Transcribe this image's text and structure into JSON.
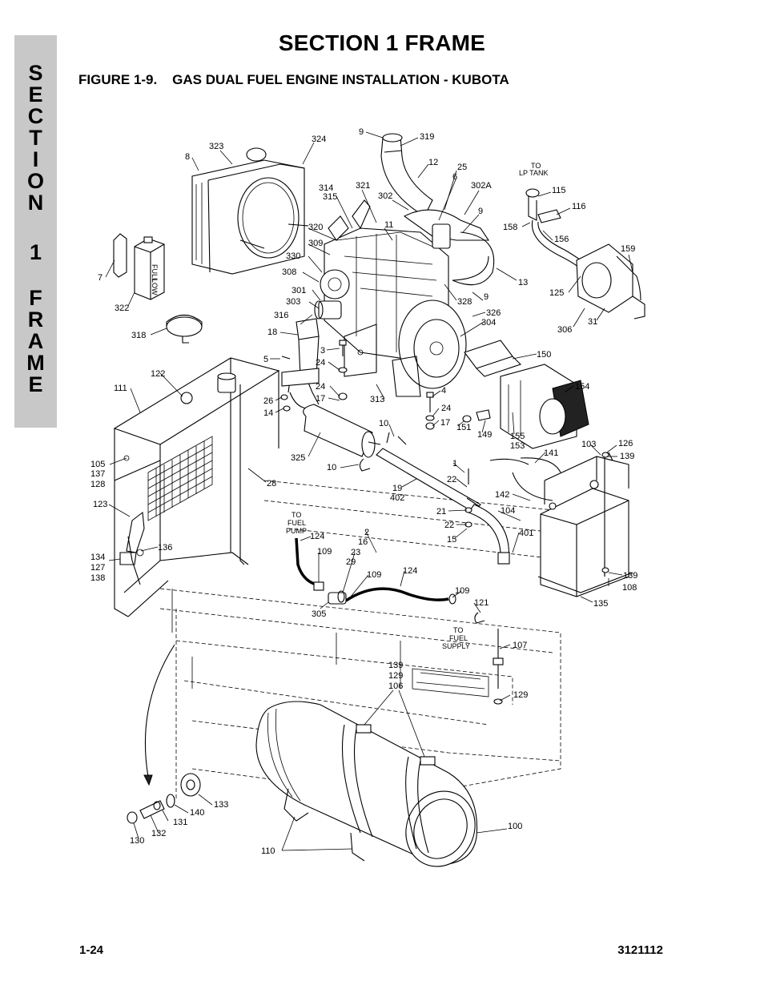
{
  "side_tab": [
    "S",
    "E",
    "C",
    "T",
    "I",
    "O",
    "N",
    "",
    "1",
    "",
    "F",
    "R",
    "A",
    "M",
    "E"
  ],
  "header": {
    "section_title": "SECTION 1  FRAME",
    "figure_title": "FIGURE 1-9.    GAS DUAL FUEL ENGINE INSTALLATION - KUBOTA"
  },
  "callouts": [
    {
      "id": "c9a",
      "text": "9"
    },
    {
      "id": "c319",
      "text": "319"
    },
    {
      "id": "c324",
      "text": "324"
    },
    {
      "id": "c8",
      "text": "8"
    },
    {
      "id": "c323",
      "text": "323"
    },
    {
      "id": "c12",
      "text": "12"
    },
    {
      "id": "c25",
      "text": "25"
    },
    {
      "id": "c6",
      "text": "6"
    },
    {
      "id": "c302a",
      "text": "302A"
    },
    {
      "id": "c314",
      "text": "314"
    },
    {
      "id": "c315",
      "text": "315"
    },
    {
      "id": "c321",
      "text": "321"
    },
    {
      "id": "c302",
      "text": "302"
    },
    {
      "id": "c9b",
      "text": "9"
    },
    {
      "id": "c115",
      "text": "115"
    },
    {
      "id": "c116",
      "text": "116"
    },
    {
      "id": "c158",
      "text": "158"
    },
    {
      "id": "c156",
      "text": "156"
    },
    {
      "id": "c11",
      "text": "11"
    },
    {
      "id": "c320",
      "text": "320"
    },
    {
      "id": "c309",
      "text": "309"
    },
    {
      "id": "c330",
      "text": "330"
    },
    {
      "id": "c308",
      "text": "308"
    },
    {
      "id": "c7",
      "text": "7"
    },
    {
      "id": "c322",
      "text": "322"
    },
    {
      "id": "c159",
      "text": "159"
    },
    {
      "id": "c13",
      "text": "13"
    },
    {
      "id": "c301",
      "text": "301"
    },
    {
      "id": "c303",
      "text": "303"
    },
    {
      "id": "c328",
      "text": "328"
    },
    {
      "id": "c9c",
      "text": "9"
    },
    {
      "id": "c125",
      "text": "125"
    },
    {
      "id": "c316",
      "text": "316"
    },
    {
      "id": "c326",
      "text": "326"
    },
    {
      "id": "c304",
      "text": "304"
    },
    {
      "id": "c318",
      "text": "318"
    },
    {
      "id": "c18",
      "text": "18"
    },
    {
      "id": "c306",
      "text": "306"
    },
    {
      "id": "c31",
      "text": "31"
    },
    {
      "id": "c3",
      "text": "3"
    },
    {
      "id": "c150",
      "text": "150"
    },
    {
      "id": "c5",
      "text": "5"
    },
    {
      "id": "c24a",
      "text": "24"
    },
    {
      "id": "c122",
      "text": "122"
    },
    {
      "id": "c24b",
      "text": "24"
    },
    {
      "id": "c111",
      "text": "111"
    },
    {
      "id": "c4",
      "text": "4"
    },
    {
      "id": "c154",
      "text": "154"
    },
    {
      "id": "c17a",
      "text": "17"
    },
    {
      "id": "c313",
      "text": "313"
    },
    {
      "id": "c26",
      "text": "26"
    },
    {
      "id": "c14",
      "text": "14"
    },
    {
      "id": "c24c",
      "text": "24"
    },
    {
      "id": "c10a",
      "text": "10"
    },
    {
      "id": "c17b",
      "text": "17"
    },
    {
      "id": "c151",
      "text": "151"
    },
    {
      "id": "c149",
      "text": "149"
    },
    {
      "id": "c155",
      "text": "155"
    },
    {
      "id": "c153",
      "text": "153"
    },
    {
      "id": "c103",
      "text": "103"
    },
    {
      "id": "c126",
      "text": "126"
    },
    {
      "id": "c139a",
      "text": "139"
    },
    {
      "id": "c325",
      "text": "325"
    },
    {
      "id": "c141",
      "text": "141"
    },
    {
      "id": "c105",
      "text": "105"
    },
    {
      "id": "c137",
      "text": "137"
    },
    {
      "id": "c128",
      "text": "128"
    },
    {
      "id": "c10b",
      "text": "10"
    },
    {
      "id": "c1",
      "text": "1"
    },
    {
      "id": "c28",
      "text": "28"
    },
    {
      "id": "c22a",
      "text": "22"
    },
    {
      "id": "c19",
      "text": "19"
    },
    {
      "id": "c402",
      "text": "402"
    },
    {
      "id": "c142",
      "text": "142"
    },
    {
      "id": "c123",
      "text": "123"
    },
    {
      "id": "c21",
      "text": "21"
    },
    {
      "id": "c104",
      "text": "104"
    },
    {
      "id": "c22b",
      "text": "22"
    },
    {
      "id": "c124a",
      "text": "124"
    },
    {
      "id": "c2",
      "text": "2"
    },
    {
      "id": "c16",
      "text": "16"
    },
    {
      "id": "c15",
      "text": "15"
    },
    {
      "id": "c401",
      "text": "401"
    },
    {
      "id": "c136",
      "text": "136"
    },
    {
      "id": "c23",
      "text": "23"
    },
    {
      "id": "c109a",
      "text": "109"
    },
    {
      "id": "c29",
      "text": "29"
    },
    {
      "id": "c134",
      "text": "134"
    },
    {
      "id": "c127",
      "text": "127"
    },
    {
      "id": "c138",
      "text": "138"
    },
    {
      "id": "c109b",
      "text": "109"
    },
    {
      "id": "c124b",
      "text": "124"
    },
    {
      "id": "c139b",
      "text": "139"
    },
    {
      "id": "c108",
      "text": "108"
    },
    {
      "id": "c109c",
      "text": "109"
    },
    {
      "id": "c121",
      "text": "121"
    },
    {
      "id": "c135",
      "text": "135"
    },
    {
      "id": "c305",
      "text": "305"
    },
    {
      "id": "c107",
      "text": "107"
    },
    {
      "id": "c139c",
      "text": "139"
    },
    {
      "id": "c129a",
      "text": "129"
    },
    {
      "id": "c106",
      "text": "106"
    },
    {
      "id": "c129b",
      "text": "129"
    },
    {
      "id": "c133",
      "text": "133"
    },
    {
      "id": "c140",
      "text": "140"
    },
    {
      "id": "c131",
      "text": "131"
    },
    {
      "id": "c100",
      "text": "100"
    },
    {
      "id": "c130",
      "text": "130"
    },
    {
      "id": "c132",
      "text": "132"
    },
    {
      "id": "c110",
      "text": "110"
    }
  ],
  "notes": {
    "lp_tank": [
      "TO",
      "LP TANK"
    ],
    "fuel_pump": [
      "TO",
      "FUEL",
      "PUMP"
    ],
    "fuel_supply": [
      "TO",
      "FUEL",
      "SUPPLY"
    ]
  },
  "labels": {
    "bottle_full": "FULL",
    "bottle_low": "LOW"
  },
  "footer": {
    "page_number": "1-24",
    "doc_number": "3121112"
  }
}
